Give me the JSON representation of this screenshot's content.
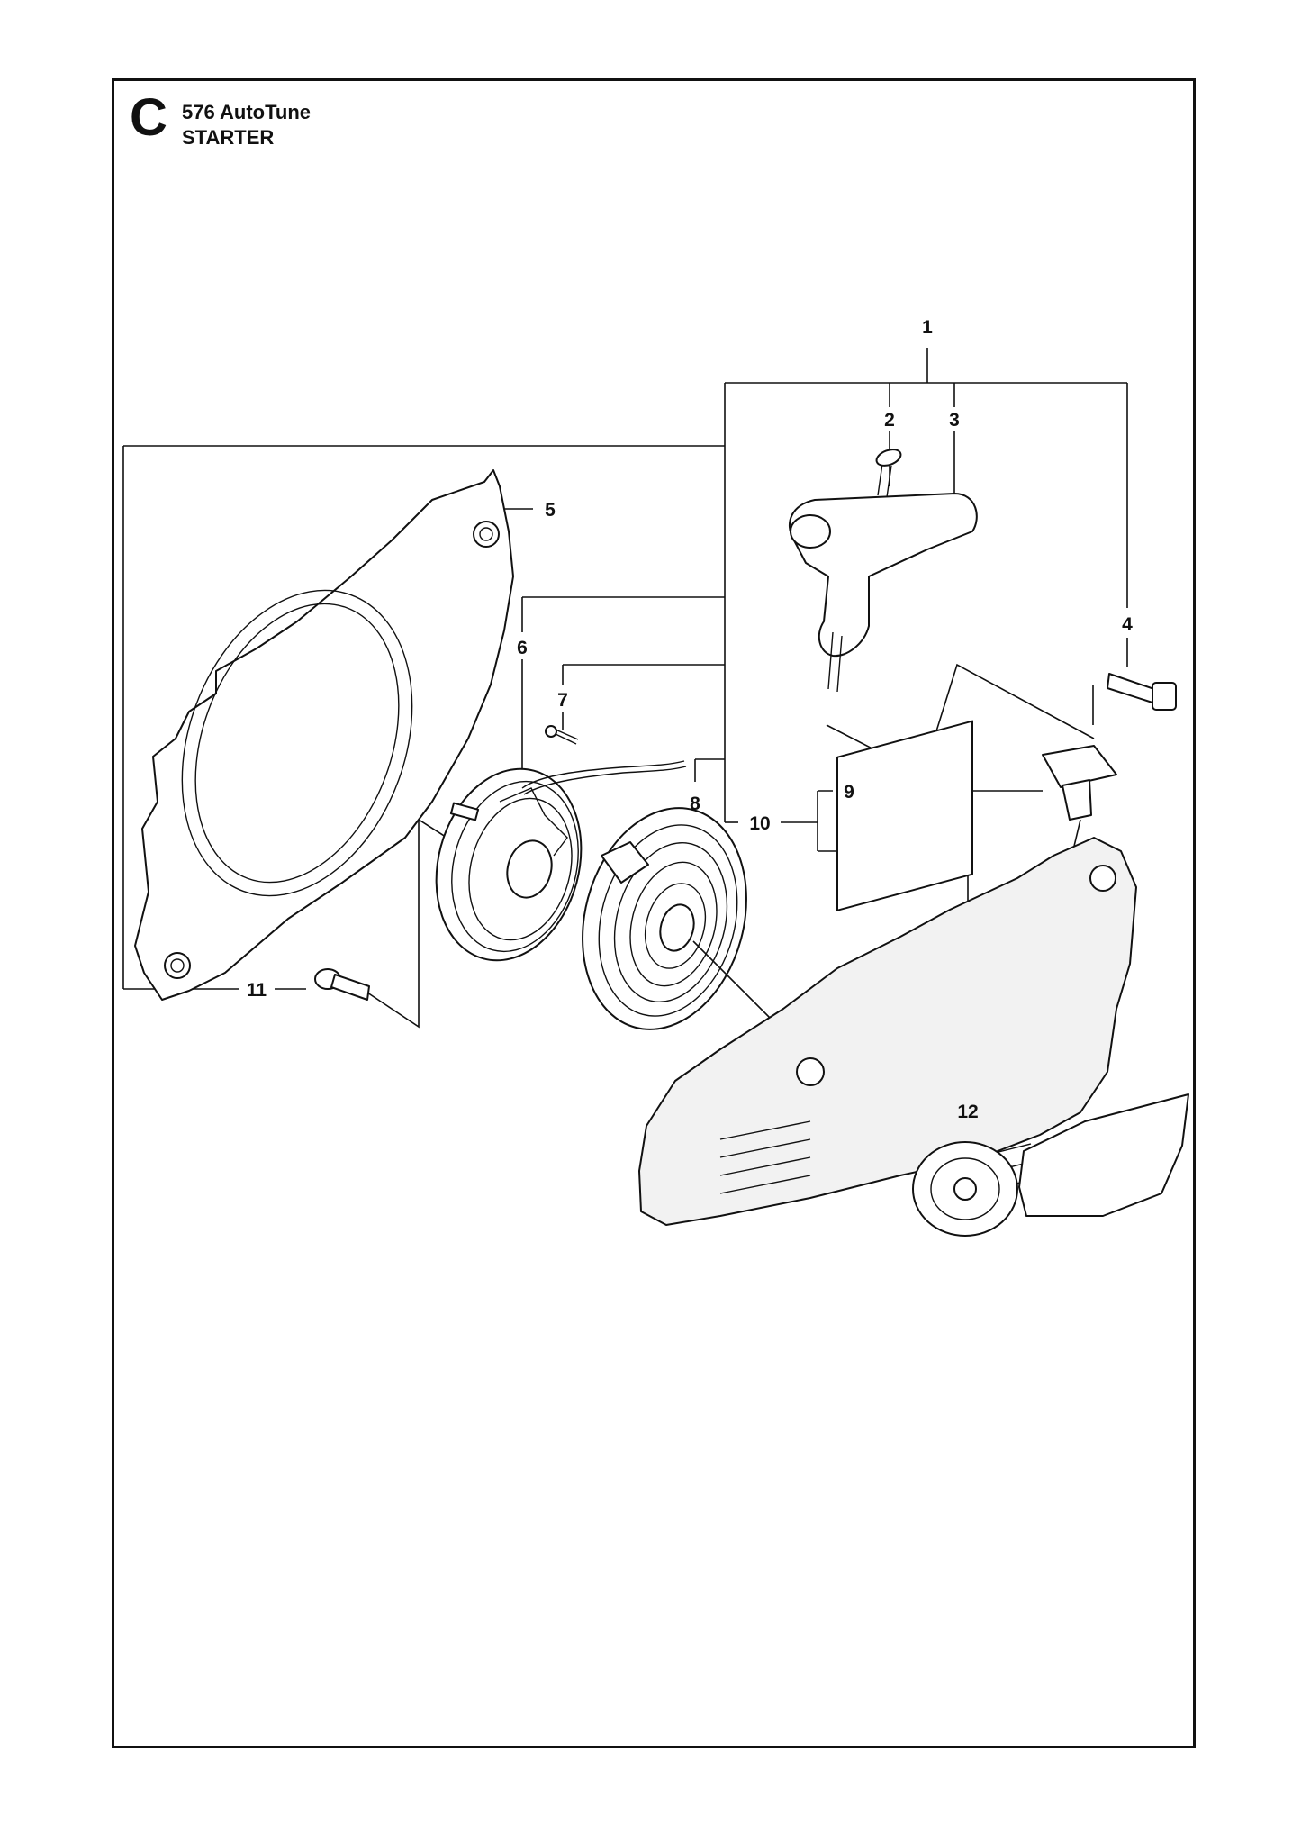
{
  "page": {
    "section_letter": "C",
    "model": "576 AutoTune",
    "group": "STARTER"
  },
  "callouts": [
    {
      "id": "1",
      "label": "1"
    },
    {
      "id": "2",
      "label": "2"
    },
    {
      "id": "3",
      "label": "3"
    },
    {
      "id": "4",
      "label": "4"
    },
    {
      "id": "5",
      "label": "5"
    },
    {
      "id": "6",
      "label": "6"
    },
    {
      "id": "7",
      "label": "7"
    },
    {
      "id": "8",
      "label": "8"
    },
    {
      "id": "9",
      "label": "9"
    },
    {
      "id": "10",
      "label": "10"
    },
    {
      "id": "11",
      "label": "11"
    },
    {
      "id": "12",
      "label": "12"
    }
  ]
}
